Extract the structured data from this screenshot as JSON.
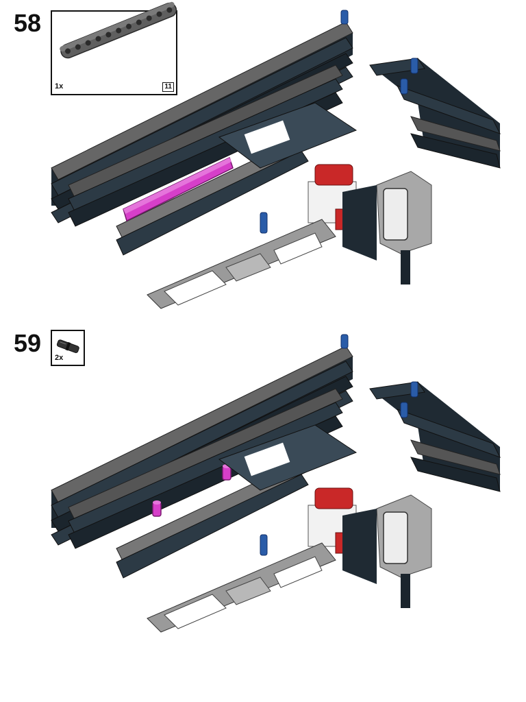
{
  "steps": [
    {
      "number": "58",
      "parts": [
        {
          "quantity": "1x",
          "length_label": "11",
          "part_icon": "beam-11-icon",
          "color": "#595959"
        }
      ],
      "highlight_color": "#d63fc9"
    },
    {
      "number": "59",
      "parts": [
        {
          "quantity": "2x",
          "part_icon": "connector-pin-icon",
          "color": "#333333"
        }
      ],
      "highlight_color": "#d63fc9"
    }
  ]
}
